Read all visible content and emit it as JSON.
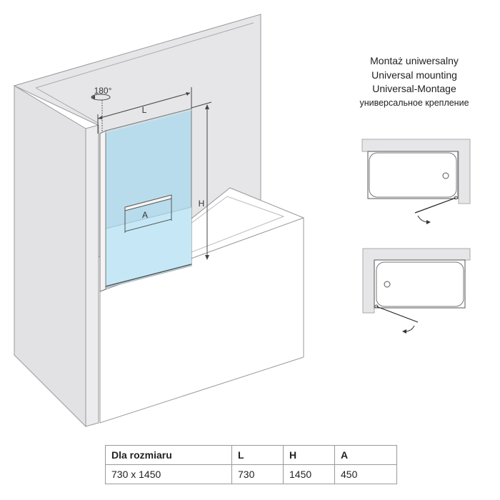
{
  "diagram": {
    "rotation_label": "180°",
    "width_label": "L",
    "height_label": "H",
    "handle_label": "A"
  },
  "mounting": {
    "lines": [
      "Montaż uniwersalny",
      "Universal mounting",
      "Universal-Montage",
      "универсальное крепление"
    ]
  },
  "table": {
    "headers": [
      "Dla rozmiaru",
      "L",
      "H",
      "A"
    ],
    "rows": [
      [
        "730 x 1450",
        "730",
        "1450",
        "450"
      ]
    ]
  },
  "colors": {
    "wall": "#e6e6e8",
    "glass": "#b9dcec",
    "glass_lower": "#c6e8f6",
    "line": "#6b6b6b"
  }
}
